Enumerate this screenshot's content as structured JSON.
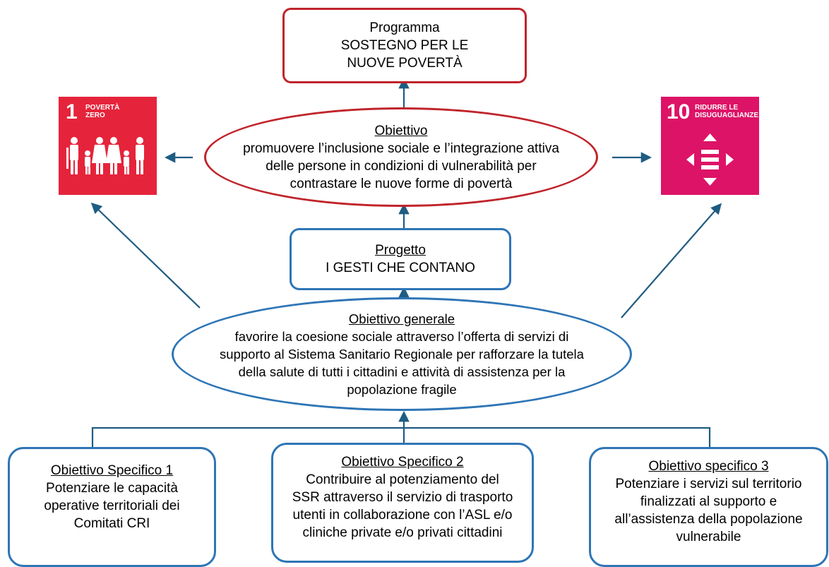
{
  "programma": {
    "label": "Programma",
    "line1": "SOSTEGNO PER LE",
    "line2": "NUOVE POVERTÀ"
  },
  "obiettivo": {
    "heading": "Obiettivo",
    "line1": "promuovere l’inclusione sociale e l’integrazione attiva",
    "line2": "delle persone in condizioni di vulnerabilità per",
    "line3": "contrastare le nuove forme di povertà"
  },
  "progetto": {
    "heading": "Progetto",
    "title": "I GESTI CHE CONTANO"
  },
  "obiettivo_generale": {
    "heading": "Obiettivo generale",
    "line1": "favorire la coesione sociale attraverso l’offerta di servizi di",
    "line2": "supporto al Sistema Sanitario Regionale per rafforzare la tutela",
    "line3": "della salute di tutti i cittadini e attività di assistenza per la",
    "line4": "popolazione fragile"
  },
  "specifici": [
    {
      "heading": "Obiettivo Specifico 1",
      "line1": "Potenziare le capacità",
      "line2": "operative territoriali dei",
      "line3": "Comitati CRI"
    },
    {
      "heading": "Obiettivo Specifico 2",
      "line1": "Contribuire al potenziamento del",
      "line2": "SSR attraverso il servizio di trasporto",
      "line3": "utenti in collaborazione con l’ASL e/o",
      "line4": "cliniche private e/o privati cittadini"
    },
    {
      "heading": "Obiettivo specifico 3",
      "line1": "Potenziare i servizi sul territorio",
      "line2": "finalizzati al supporto e",
      "line3": "all’assistenza della popolazione",
      "line4": "vulnerabile"
    }
  ],
  "sdg": [
    {
      "number": "1",
      "title1": "POVERTÀ",
      "title2": "ZERO",
      "color": "#e5243b",
      "icon": "family-icon"
    },
    {
      "number": "10",
      "title1": "RIDURRE LE",
      "title2": "DISUGUAGLIANZE",
      "color": "#dd1367",
      "icon": "equality-icon"
    }
  ],
  "colors": {
    "red_border": "#c0242b",
    "blue_border": "#2e75b6",
    "arrow": "#1f5c82"
  }
}
